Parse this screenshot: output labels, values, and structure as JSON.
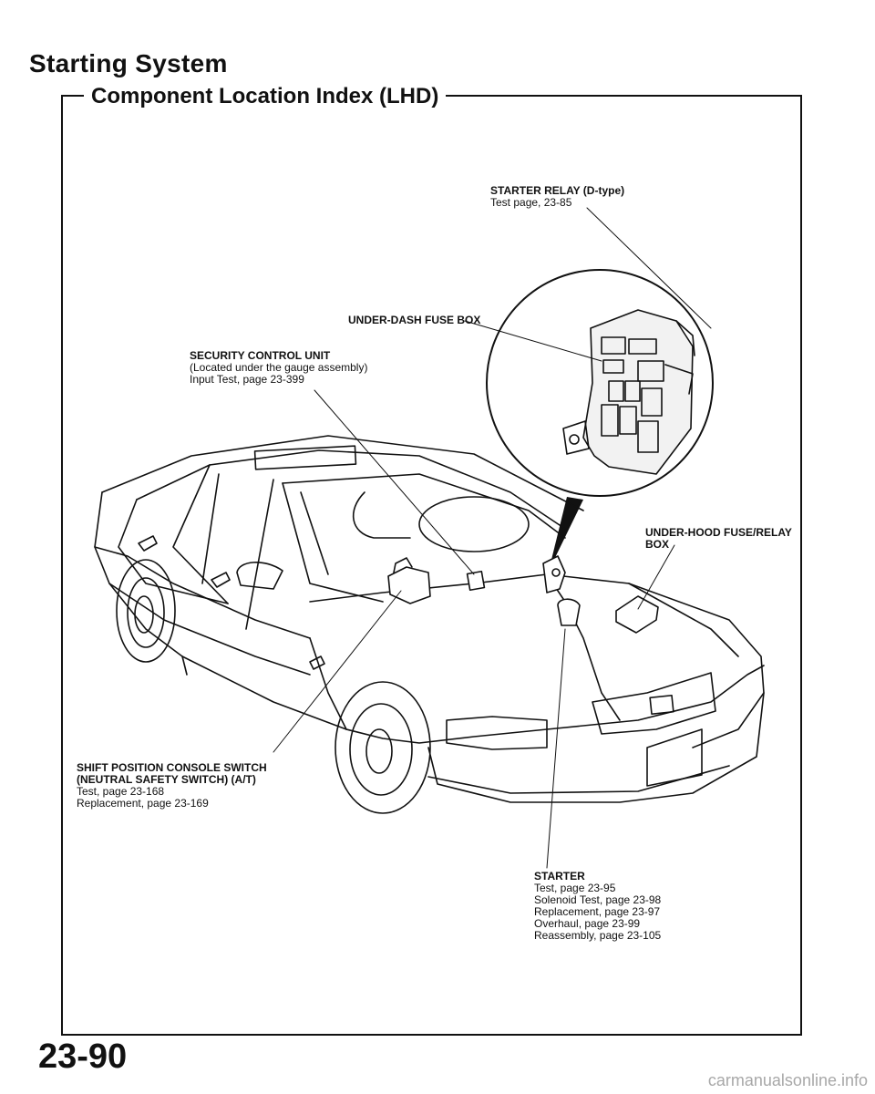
{
  "header": {
    "title": "Starting System",
    "subtitle": "Component Location Index (LHD)"
  },
  "callouts": {
    "starter_relay": {
      "heading": "STARTER RELAY (D-type)",
      "lines": [
        "Test page, 23-85"
      ]
    },
    "under_dash_fuse_box": {
      "heading": "UNDER-DASH FUSE BOX"
    },
    "security_control_unit": {
      "heading": "SECURITY CONTROL UNIT",
      "lines": [
        "(Located under the gauge assembly)",
        "Input Test, page 23-399"
      ]
    },
    "under_hood_fuse_relay_box": {
      "heading": "UNDER-HOOD FUSE/RELAY",
      "heading2": "BOX"
    },
    "shift_position_switch": {
      "heading": "SHIFT POSITION CONSOLE SWITCH",
      "heading2": "(NEUTRAL SAFETY SWITCH) (A/T)",
      "lines": [
        "Test, page 23-168",
        "Replacement, page 23-169"
      ]
    },
    "starter": {
      "heading": "STARTER",
      "lines": [
        "Test, page 23-95",
        "Solenoid Test, page 23-98",
        "Replacement, page 23-97",
        "Overhaul, page 23-99",
        "Reassembly, page 23-105"
      ]
    }
  },
  "footer": {
    "page_number": "23-90",
    "watermark": "carmanualsonline.info"
  }
}
